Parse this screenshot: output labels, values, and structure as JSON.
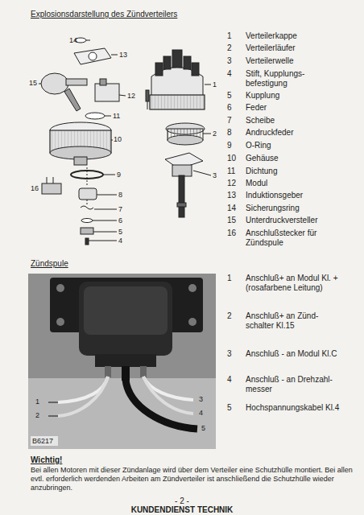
{
  "diagram": {
    "title": "Explosionsdarstellung des Zündverteilers",
    "labels": [
      "14",
      "13",
      "15",
      "12",
      "1",
      "11",
      "2",
      "10",
      "9",
      "16",
      "8",
      "3",
      "7",
      "6",
      "5",
      "4",
      "1",
      "Verteilerkappe",
      "2",
      "Verteilerläufer",
      "3",
      "Verteilerwelle",
      "4",
      "Stift, Kupplungs- befestigung",
      "5",
      "Kupplung",
      "6",
      "Feder",
      "7",
      "Scheibe",
      "8",
      "Andruckfeder",
      "9",
      "O-Ring",
      "10",
      "Gehäuse",
      "11",
      "Dichtung",
      "12",
      "Modul",
      "13",
      "Induktionsgeber",
      "14",
      "Sicherungsring",
      "15",
      "Unterdruckversteller",
      "16",
      "Anschlußstecker für Zündspule",
      "Zündspule",
      "1",
      "2",
      "3",
      "4",
      "5",
      "B6217",
      "1",
      "Anschluß+ an Modul Kl. + (rosafarbene Leitung)",
      "2",
      "Anschluß+ an Zünd- schalter Kl.15",
      "3",
      "Anschluß - an Modul Kl.C",
      "4",
      "Anschluß - an Drehzahl- messer",
      "5",
      "Hochspannungskabel Kl.4",
      "Wichtig!",
      "Bei allen Motoren mit dieser Zündanlage wird über dem Verteiler eine Schutzhülle montiert. Bei allen evtl. erforderlich werdenden Arbeiten am Zündverteiler ist anschließend die Schutzhülle wieder anzubringen.",
      "- 2 -",
      "KUNDENDIENST TECHNIK"
    ]
  }
}
